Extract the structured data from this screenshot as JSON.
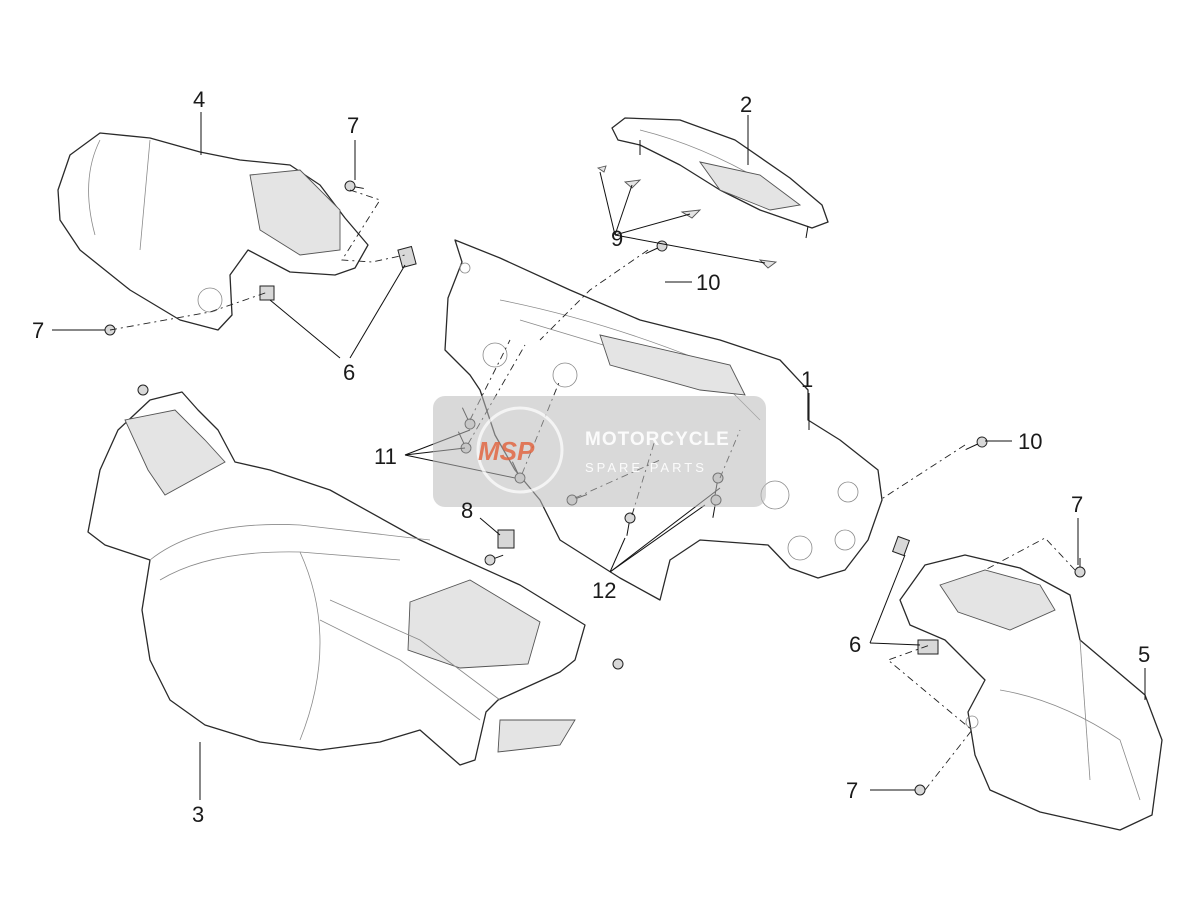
{
  "diagram": {
    "callouts": [
      {
        "id": "c1",
        "label": "1"
      },
      {
        "id": "c2",
        "label": "2"
      },
      {
        "id": "c3",
        "label": "3"
      },
      {
        "id": "c4",
        "label": "4"
      },
      {
        "id": "c5",
        "label": "5"
      },
      {
        "id": "c6a",
        "label": "6"
      },
      {
        "id": "c6b",
        "label": "6"
      },
      {
        "id": "c7a",
        "label": "7"
      },
      {
        "id": "c7b",
        "label": "7"
      },
      {
        "id": "c7c",
        "label": "7"
      },
      {
        "id": "c7d",
        "label": "7"
      },
      {
        "id": "c8",
        "label": "8"
      },
      {
        "id": "c9",
        "label": "9"
      },
      {
        "id": "c10a",
        "label": "10"
      },
      {
        "id": "c10b",
        "label": "10"
      },
      {
        "id": "c11",
        "label": "11"
      },
      {
        "id": "c12",
        "label": "12"
      }
    ]
  },
  "watermark": {
    "logo": "MSP",
    "title": "MOTORCYCLE",
    "subtitle": "SPARE PARTS"
  }
}
